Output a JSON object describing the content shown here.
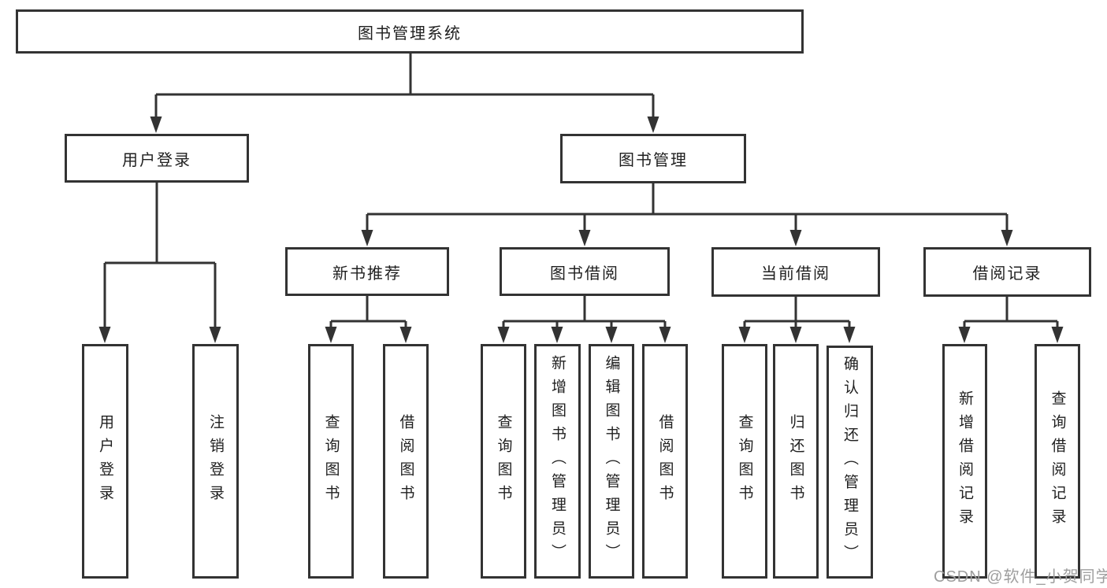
{
  "tree": {
    "root": {
      "label": "图书管理系统"
    },
    "branches": [
      {
        "label": "用户登录",
        "children": [
          {
            "label": "用户登录"
          },
          {
            "label": "注销登录"
          }
        ]
      },
      {
        "label": "图书管理",
        "children": [
          {
            "label": "新书推荐",
            "children": [
              {
                "label": "查询图书"
              },
              {
                "label": "借阅图书"
              }
            ]
          },
          {
            "label": "图书借阅",
            "children": [
              {
                "label": "查询图书"
              },
              {
                "label": "新增图书（管理员）"
              },
              {
                "label": "编辑图书（管理员）"
              },
              {
                "label": "借阅图书"
              }
            ]
          },
          {
            "label": "当前借阅",
            "children": [
              {
                "label": "查询图书"
              },
              {
                "label": "归还图书"
              },
              {
                "label": "确认归还（管理员）"
              }
            ]
          },
          {
            "label": "借阅记录",
            "children": [
              {
                "label": "新增借阅记录"
              },
              {
                "label": "查询借阅记录"
              }
            ]
          }
        ]
      }
    ]
  },
  "watermark": {
    "text": "CSDN @软件_小贺同学"
  },
  "colors": {
    "line": "#333333",
    "text": "#1f1f1f",
    "watermark": "#9e9e9e",
    "canvas_background": "#ffffff"
  }
}
